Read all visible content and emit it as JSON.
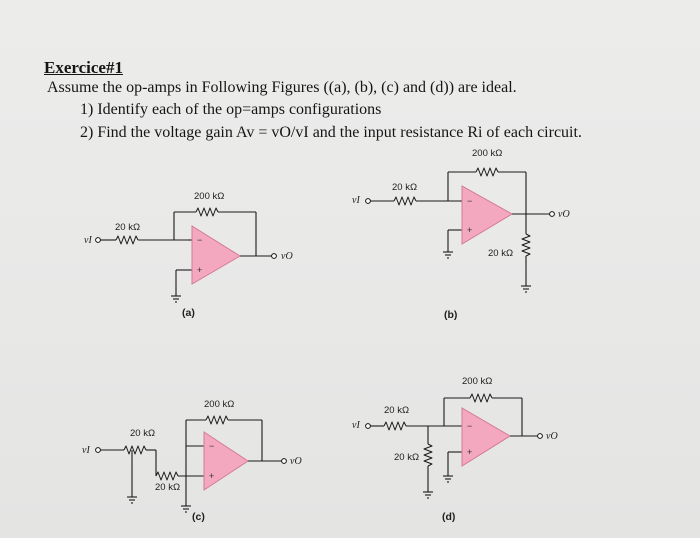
{
  "heading": "Exercice#1",
  "intro": "Assume the op-amps in Following Figures ((a), (b), (c) and (d)) are ideal.",
  "questions": [
    "1) Identify each of the op=amps configurations",
    "2) Find the voltage gain Av = vO/vI and the input resistance Ri of each circuit."
  ],
  "labels": {
    "r200": "200 kΩ",
    "r20": "20 kΩ",
    "vi": "vI",
    "vo": "vO",
    "minus": "−",
    "plus": "+"
  },
  "figures": {
    "a": "(a)",
    "b": "(b)",
    "c": "(c)",
    "d": "(d)"
  }
}
